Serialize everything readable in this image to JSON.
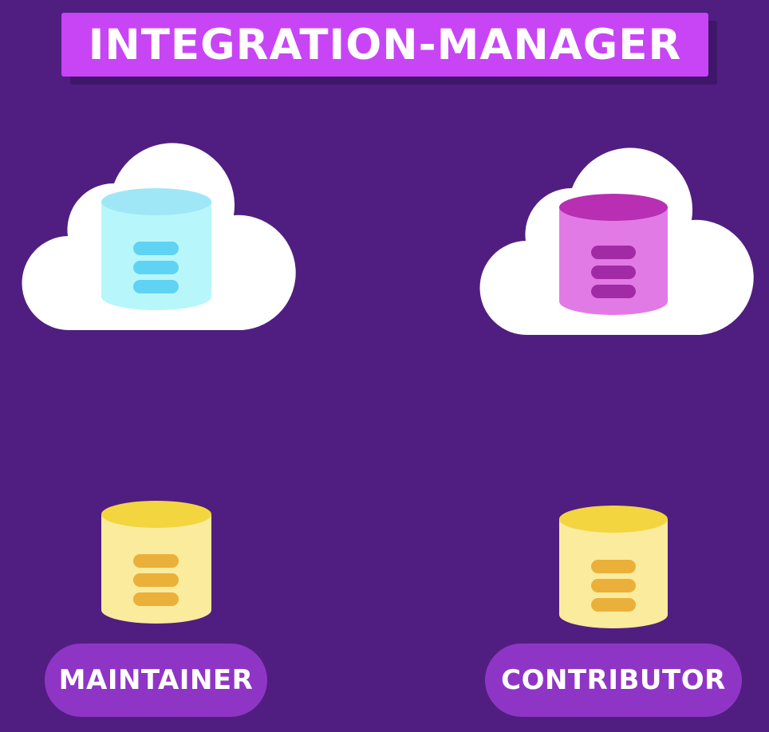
{
  "title": "INTEGRATION-MANAGER",
  "roles": {
    "maintainer": "MAINTAINER",
    "contributor": "CONTRIBUTOR"
  },
  "colors": {
    "background": "#501e80",
    "title_bg": "#c845f5",
    "pill_bg": "#8f35c6",
    "cloud": "#ffffff",
    "repo_cyan": "#b7f7fb",
    "repo_magenta": "#e27ae6",
    "repo_yellow": "#faeb9d"
  },
  "icons": {
    "upstream_repo": "cloud-database-icon",
    "fork_repo": "cloud-database-icon",
    "local_repo": "database-icon"
  }
}
